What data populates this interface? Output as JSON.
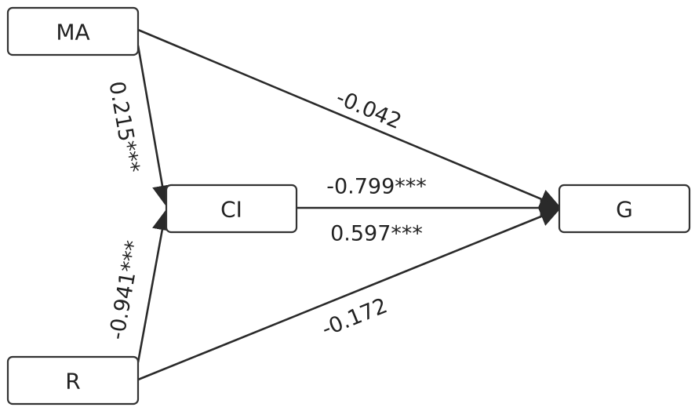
{
  "nodes": {
    "ma": {
      "label": "MA"
    },
    "ci": {
      "label": "CI"
    },
    "g": {
      "label": "G"
    },
    "r": {
      "label": "R"
    }
  },
  "edges": {
    "ma_ci": {
      "label": "0.215***"
    },
    "ma_g": {
      "label": "-0.042"
    },
    "ci_g_top": {
      "label": "-0.799***"
    },
    "ci_g_bottom": {
      "label": "0.597***"
    },
    "r_ci": {
      "label": "-0.941***"
    },
    "r_g": {
      "label": "-0.172"
    }
  },
  "colors": {
    "stroke": "#2a2a2a",
    "box_border": "#333333",
    "text": "#222222"
  }
}
